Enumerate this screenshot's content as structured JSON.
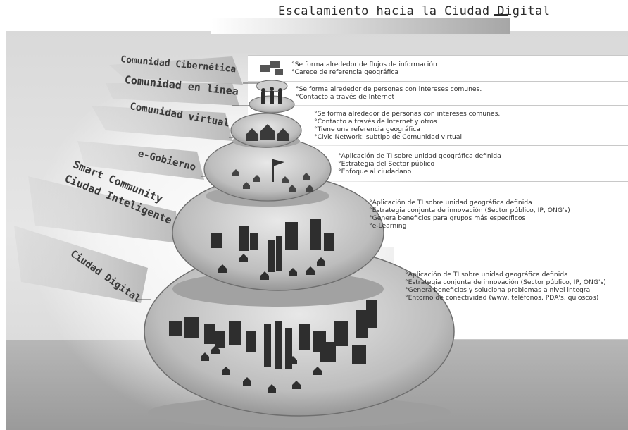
{
  "title": "Escalamiento hacia la Ciudad Digital",
  "levels": [
    {
      "label": "Comunidad Cibernética",
      "bullets": [
        "°Se forma alrededor de flujos de información",
        "°Carece de referencia geográfica"
      ]
    },
    {
      "label": "Comunidad en línea",
      "bullets": [
        "°Se forma alrededor de personas con intereses comunes.",
        "°Contacto a través de Internet"
      ]
    },
    {
      "label": "Comunidad virtual",
      "bullets": [
        "°Se forma alrededor de personas con intereses comunes.",
        "°Contacto a través de Internet y otros",
        "°Tiene una referencia geográfica",
        "°Civic Network: subtipo de Comunidad virtual"
      ]
    },
    {
      "label": "e-Gobierno",
      "bullets": [
        "°Aplicación de TI sobre unidad geográfica definida",
        "°Estrategia del Sector público",
        "°Enfoque al ciudadano"
      ]
    },
    {
      "label_line1": "Smart Community",
      "label_line2": "Ciudad Inteligente",
      "bullets": [
        "°Aplicación de TI sobre unidad geográfica definida",
        "°Estrategia conjunta de innovación (Sector público, IP, ONG's)",
        "°Genera beneficios para grupos más específicos",
        "°e-Learning"
      ]
    },
    {
      "label": "Ciudad Digital",
      "bullets": [
        "°Aplicación de TI sobre unidad geográfica definida",
        "°Estrategia conjunta de innovación (Sector público, IP, ONG's)",
        "°Genera beneficios y soluciona problemas a nivel integral",
        "°Entorno de conectividad (www, teléfonos, PDA's, quioscos)"
      ]
    }
  ],
  "colors": {
    "disc_fill": "#c8c8c8",
    "disc_edge": "#6e6e6e",
    "building": "#2e2e2e"
  }
}
